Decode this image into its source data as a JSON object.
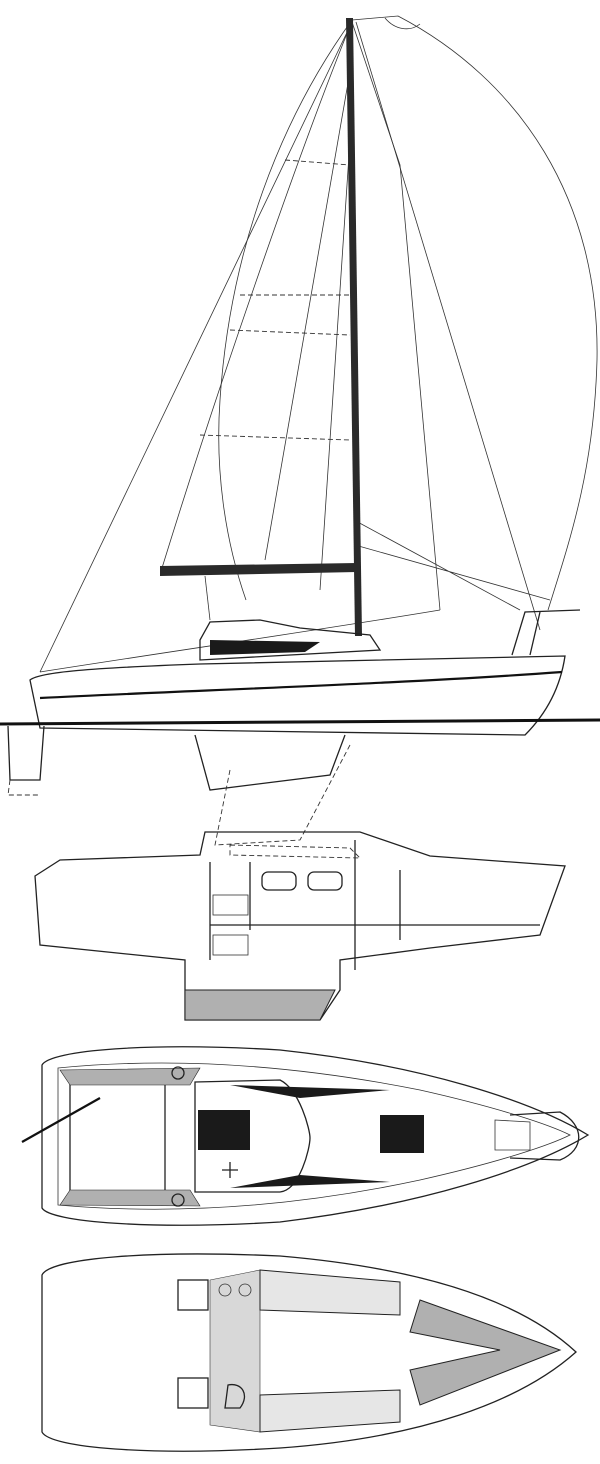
{
  "colors": {
    "background": "#ffffff",
    "ink": "#222222",
    "spar": "#2a2a2a",
    "shading": "#b0b0b0",
    "hatch": "#1a1a1a"
  },
  "views": [
    "sail-plan",
    "inboard-profile",
    "deck-plan",
    "accommodation-plan"
  ]
}
